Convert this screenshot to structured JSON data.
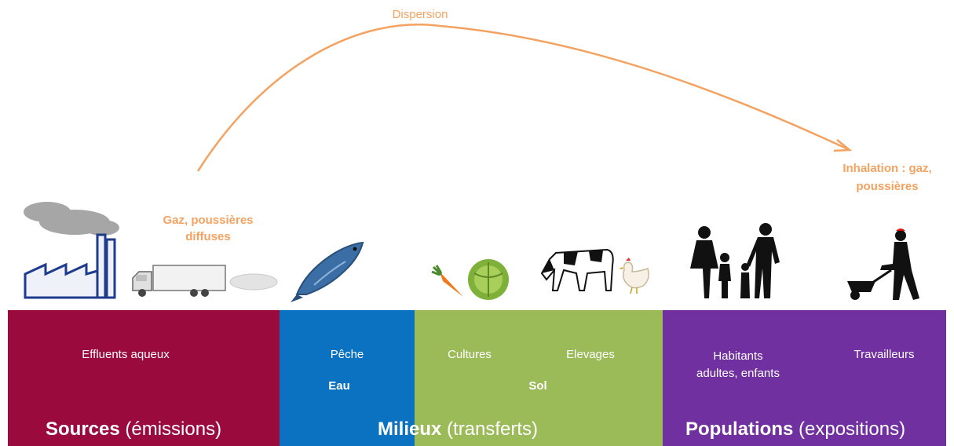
{
  "arc": {
    "label": "Dispersion",
    "color": "#f4a261"
  },
  "labels": {
    "gas_diffuse_line1": "Gaz, poussières",
    "gas_diffuse_line2": "diffuses",
    "inhalation_line1": "Inhalation : gaz,",
    "inhalation_line2": "poussières"
  },
  "bands": {
    "sources": {
      "color": "#9b0a3c",
      "item": "Effluents aqueux",
      "title_bold": "Sources",
      "title_rest": " (émissions)"
    },
    "eau": {
      "color": "#0b72c2",
      "item": "Pêche",
      "name": "Eau"
    },
    "sol": {
      "color": "#9bbb59",
      "item1": "Cultures",
      "item2": "Elevages",
      "name": "Sol"
    },
    "milieux": {
      "title_bold": "Milieux",
      "title_rest": " (transferts)"
    },
    "populations": {
      "color": "#7030a0",
      "item1_line1": "Habitants",
      "item1_line2": "adultes, enfants",
      "item2": "Travailleurs",
      "title_bold": "Populations",
      "title_rest": " (expositions)"
    }
  },
  "icons": [
    "smoke-cloud-icon",
    "factory-icon",
    "truck-icon",
    "dust-cloud-icon",
    "fish-icon",
    "carrot-icon",
    "cabbage-icon",
    "cow-icon",
    "chicken-icon",
    "family-icon",
    "worker-wheelbarrow-icon"
  ]
}
